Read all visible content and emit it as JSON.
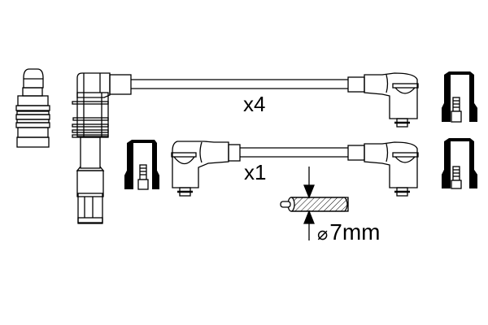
{
  "diagram": {
    "type": "ignition cable set technical drawing",
    "components": [
      {
        "name": "spark plug terminal connector",
        "position": "left"
      },
      {
        "name": "straight plug boot with long connector",
        "position": "left"
      },
      {
        "name": "angled plug boot",
        "position": "middle"
      },
      {
        "name": "rubber distributor cap boots",
        "count": 3
      }
    ],
    "cables": [
      {
        "id": "cable-1",
        "quantity_label": "x4",
        "ends": [
          "straight long boot",
          "angled boot"
        ]
      },
      {
        "id": "cable-2",
        "quantity_label": "x1",
        "ends": [
          "angled boot",
          "angled boot"
        ]
      }
    ],
    "cross_section": {
      "diameter_symbol": "⌀",
      "diameter_value": "7mm"
    }
  },
  "labels": {
    "x4": "x4",
    "x1": "x1",
    "diameter_symbol": "⌀",
    "diameter_value": "7mm"
  },
  "colors": {
    "line": "#000000",
    "background": "#ffffff"
  }
}
